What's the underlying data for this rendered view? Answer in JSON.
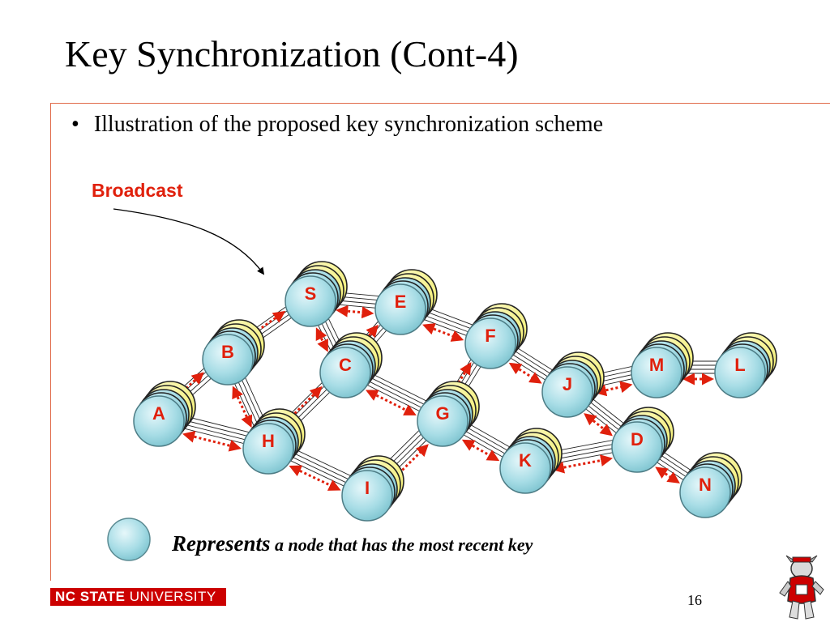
{
  "title": "Key Synchronization (Cont-4)",
  "bullet": "Illustration of the  proposed key synchronization scheme",
  "broadcast_label": "Broadcast",
  "legend": {
    "represents": "Represents",
    "description": " a node that has the most recent key"
  },
  "footer": {
    "university_bold": "NC STATE",
    "university_rest": " UNIVERSITY",
    "page_number": "16"
  },
  "nodes": [
    {
      "id": "S",
      "state": "updated"
    },
    {
      "id": "E",
      "state": "updated"
    },
    {
      "id": "B",
      "state": "updated"
    },
    {
      "id": "C",
      "state": "updated"
    },
    {
      "id": "F",
      "state": "updated"
    },
    {
      "id": "A",
      "state": "updated"
    },
    {
      "id": "H",
      "state": "updated"
    },
    {
      "id": "G",
      "state": "updated"
    },
    {
      "id": "J",
      "state": "updated"
    },
    {
      "id": "M",
      "state": "updated"
    },
    {
      "id": "L",
      "state": "updated"
    },
    {
      "id": "D",
      "state": "updated"
    },
    {
      "id": "K",
      "state": "updated"
    },
    {
      "id": "I",
      "state": "updated"
    },
    {
      "id": "N",
      "state": "updated"
    }
  ],
  "links": [
    [
      "S",
      "E"
    ],
    [
      "S",
      "B"
    ],
    [
      "S",
      "C"
    ],
    [
      "E",
      "C"
    ],
    [
      "E",
      "F"
    ],
    [
      "B",
      "A"
    ],
    [
      "B",
      "H"
    ],
    [
      "C",
      "H"
    ],
    [
      "C",
      "G"
    ],
    [
      "F",
      "G"
    ],
    [
      "F",
      "J"
    ],
    [
      "A",
      "H"
    ],
    [
      "H",
      "I"
    ],
    [
      "I",
      "G"
    ],
    [
      "G",
      "K"
    ],
    [
      "J",
      "M"
    ],
    [
      "M",
      "L"
    ],
    [
      "J",
      "D"
    ],
    [
      "K",
      "D"
    ],
    [
      "D",
      "N"
    ]
  ],
  "colors": {
    "node_fill": "#a8dde6",
    "stack_fill": "#f7f48a",
    "label": "#e0200c",
    "arrow": "#e0200c",
    "rule": "#e06a4a",
    "footer": "#cc0000"
  }
}
